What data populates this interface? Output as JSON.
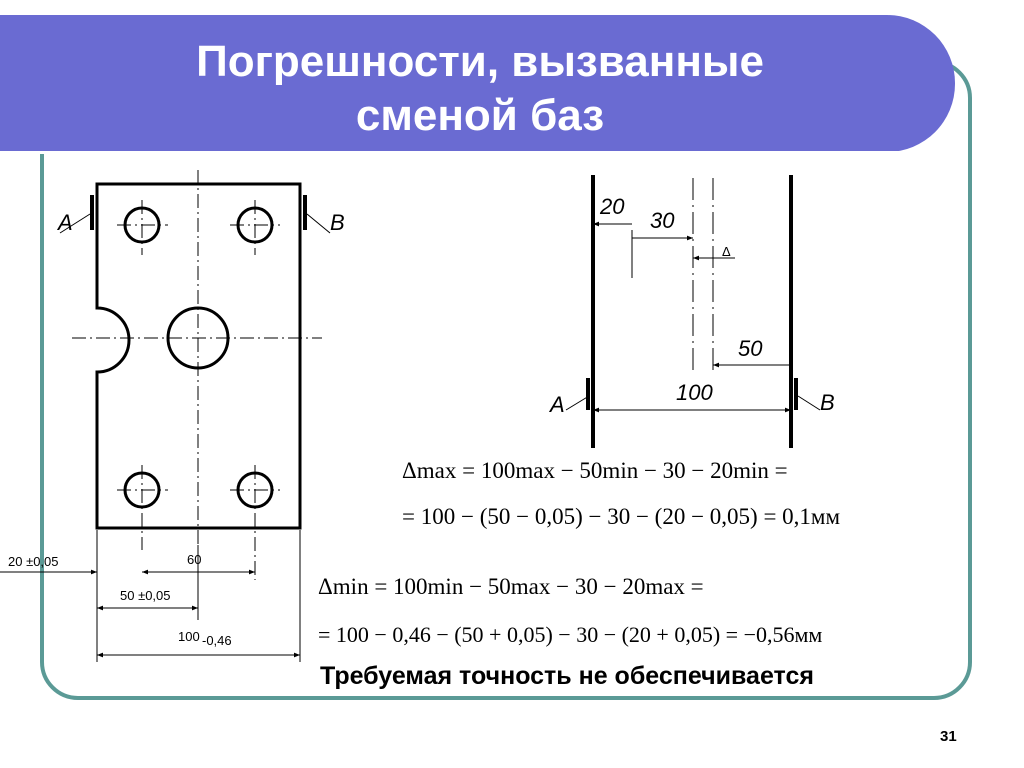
{
  "slide": {
    "title_line1": "Погрешности, вызванные",
    "title_line2": "сменой баз",
    "conclusion": "Требуемая точность не обеспечивается",
    "page_number": "31",
    "colors": {
      "title_band": "#6a6bd2",
      "frame": "#5b9a96"
    }
  },
  "part_drawing": {
    "base_a": "A",
    "base_b": "B",
    "dim_20": "20 ±0,05",
    "dim_60": "60",
    "dim_50": "50 ±0,05",
    "dim_100": "100",
    "dim_100_tol": "-0,46"
  },
  "chain_drawing": {
    "dim_20": "20",
    "dim_30": "30",
    "delta": "Δ",
    "dim_50": "50",
    "dim_100": "100",
    "base_a": "A",
    "base_b": "B"
  },
  "formulas": {
    "max_line1": "Δmax = 100max − 50min − 30 − 20min =",
    "max_line2": "= 100 − (50 − 0,05) − 30 − (20 − 0,05) = 0,1мм",
    "min_line1": "Δmin = 100min − 50max − 30 − 20max =",
    "min_line2": "= 100 − 0,46 − (50 + 0,05) − 30 − (20 + 0,05) = −0,56мм"
  }
}
